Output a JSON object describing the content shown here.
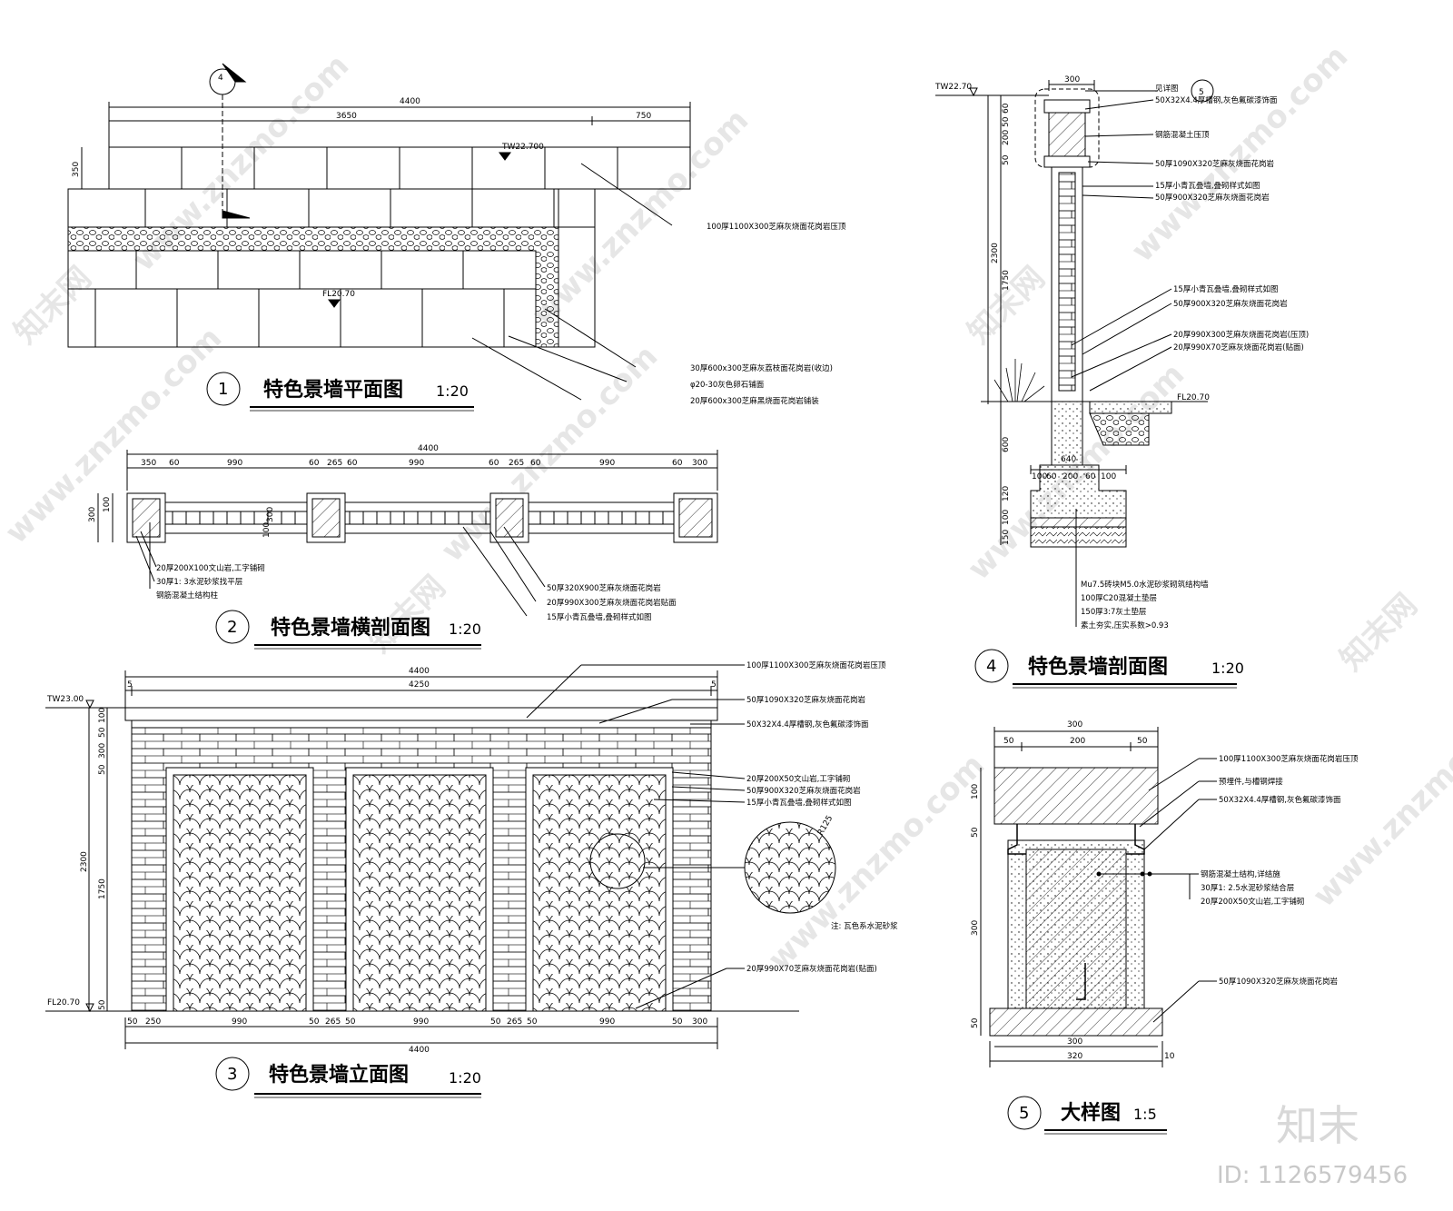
{
  "views": {
    "plan": {
      "num": "1",
      "title": "特色景墙平面图",
      "scale": "1:20"
    },
    "section_h": {
      "num": "2",
      "title": "特色景墙横剖面图",
      "scale": "1:20"
    },
    "elevation": {
      "num": "3",
      "title": "特色景墙立面图",
      "scale": "1:20"
    },
    "section_v": {
      "num": "4",
      "title": "特色景墙剖面图",
      "scale": "1:20"
    },
    "detail": {
      "num": "5",
      "title": "大样图",
      "scale": "1:5"
    }
  },
  "plan": {
    "dims_top": [
      "4400",
      "3650",
      "750"
    ],
    "dim_left": "350",
    "level_tw": "TW22.700",
    "level_fl": "FL20.70",
    "section_mark": "4",
    "notes": [
      "100厚1100X300芝麻灰烧面花岗岩压顶",
      "30厚600x300芝麻灰荔枝面花岗岩(收边)",
      "φ20-30灰色卵石铺面",
      "20厚600x300芝麻黑烧面花岗岩铺装"
    ]
  },
  "section_h": {
    "dims_top": [
      "4400",
      "350",
      "60",
      "990",
      "60",
      "265",
      "60",
      "990",
      "60",
      "265",
      "60",
      "990",
      "60",
      "300"
    ],
    "dims_left": [
      "300",
      "100",
      "300",
      "100"
    ],
    "notes_left": [
      "20厚200X100文山岩,工字铺砌",
      "30厚1: 3水泥砂浆找平层",
      "钢筋混凝土结构柱"
    ],
    "notes_right": [
      "50厚320X900芝麻灰烧面花岗岩",
      "20厚990X300芝麻灰烧面花岗岩贴面",
      "15厚小青瓦叠墙,叠砌样式如图"
    ]
  },
  "elevation": {
    "dims_top": [
      "4400",
      "4250"
    ],
    "dims_side": [
      "5",
      "5"
    ],
    "dims_left": [
      "100",
      "50",
      "300",
      "50",
      "1750",
      "2300",
      "50"
    ],
    "dims_bottom": [
      "4400",
      "50",
      "250",
      "990",
      "50",
      "265",
      "50",
      "990",
      "50",
      "265",
      "50",
      "990",
      "50",
      "300"
    ],
    "level_tw": "TW23.00",
    "level_fl": "FL20.70",
    "notes": [
      "100厚1100X300芝麻灰烧面花岗岩压顶",
      "50厚1090X320芝麻灰烧面花岗岩",
      "50X32X4.4厚槽钢,灰色氟碳漆饰面",
      "20厚200X50文山岩,工字铺砌",
      "50厚900X320芝麻灰烧面花岗岩",
      "15厚小青瓦叠墙,叠砌样式如图",
      "20厚990X70芝麻灰烧面花岗岩(贴面)"
    ],
    "detail_radius": "R125",
    "detail_note": "注: 瓦色系水泥砂浆"
  },
  "section_v": {
    "dim_top": "300",
    "level_tw": "TW22.70",
    "level_fl": "FL20.70",
    "callout": "见详图",
    "callout_num": "5",
    "dims_left": [
      "60",
      "50",
      "200",
      "50",
      "2300",
      "1750",
      "600",
      "120",
      "100",
      "150"
    ],
    "dims_bottom": [
      "100",
      "60",
      "200",
      "60",
      "100",
      "640"
    ],
    "notes": [
      "50X32X4.4厚槽钢,灰色氟碳漆饰面",
      "钢筋混凝土压顶",
      "50厚1090X320芝麻灰烧面花岗岩",
      "15厚小青瓦叠墙,叠砌样式如图",
      "50厚900X320芝麻灰烧面花岗岩",
      "15厚小青瓦叠墙,叠砌样式如图",
      "50厚900X320芝麻灰烧面花岗岩",
      "20厚990X300芝麻灰烧面花岗岩(压顶)",
      "20厚990X70芝麻灰烧面花岗岩(贴面)"
    ],
    "notes_bottom": [
      "Mu7.5砖块M5.0水泥砂浆砌筑结构墙",
      "100厚C20混凝土垫层",
      "150厚3:7灰土垫层",
      "素土夯实,压实系数>0.93"
    ]
  },
  "detail": {
    "dims_top": [
      "300",
      "50",
      "200",
      "50"
    ],
    "dims_left": [
      "100",
      "50",
      "300",
      "50"
    ],
    "dims_bottom": [
      "300",
      "320",
      "10"
    ],
    "notes": [
      "100厚1100X300芝麻灰烧面花岗岩压顶",
      "预埋件,与槽钢焊接",
      "50X32X4.4厚槽钢,灰色氟碳漆饰面",
      "钢筋混凝土结构,详结施",
      "30厚1: 2.5水泥砂浆结合层",
      "20厚200X50文山岩,工字铺砌",
      "50厚1090X320芝麻灰烧面花岗岩"
    ]
  },
  "watermark": {
    "site": "www.znzmo.com",
    "brand_cn": "知末网",
    "logo": "知末",
    "id": "ID: 1126579456"
  }
}
